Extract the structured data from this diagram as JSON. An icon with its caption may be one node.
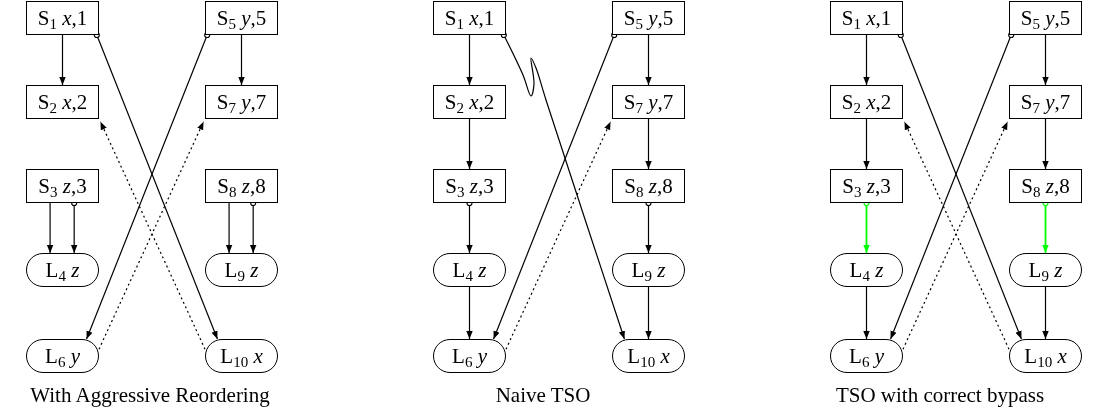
{
  "diagram": {
    "nodes": [
      {
        "text": [
          "S$_{1}$ *x*,1"
        ]
      },
      {
        "text": [
          "S$_{5}$ *y*,5"
        ]
      },
      {
        "text": [
          "S$_{2}$ *x*,2"
        ]
      },
      {
        "text": [
          "S$_{7}$ *y*,7"
        ]
      },
      {
        "text": [
          "S$_{3}$ *z*,3"
        ]
      },
      {
        "text": [
          "S$_{8}$ *z*,8"
        ]
      },
      {
        "text": [
          "L$_{4}$ *z*"
        ]
      },
      {
        "text": [
          "L$_{9}$ *z*"
        ]
      },
      {
        "text": [
          "L$_{6}$ *y*"
        ]
      },
      {
        "text": [
          "L$_{10}$ *x*"
        ]
      },
      {
        "text": [
          "S$_{1}$ *x*,1"
        ]
      },
      {
        "text": [
          "S$_{5}$ *y*,5"
        ]
      },
      {
        "text": [
          "S$_{2}$ *x*,2"
        ]
      },
      {
        "text": [
          "S$_{7}$ *y*,7"
        ]
      },
      {
        "text": [
          "S$_{3}$ *z*,3"
        ]
      },
      {
        "text": [
          "S$_{8}$ *z*,8"
        ]
      },
      {
        "text": [
          "L$_{4}$ *z*"
        ]
      },
      {
        "text": [
          "L$_{9}$ *z*"
        ]
      },
      {
        "text": [
          "L$_{6}$ *y*"
        ]
      },
      {
        "text": [
          "L$_{10}$ *x*"
        ]
      },
      {
        "text": [
          "S$_{1}$ *x*,1"
        ]
      },
      {
        "text": [
          "S$_{5}$ *y*,5"
        ]
      },
      {
        "text": [
          "S$_{2}$ *x*,2"
        ]
      },
      {
        "text": [
          "S$_{7}$ *y*,7"
        ]
      },
      {
        "text": [
          "S$_{3}$ *z*,3"
        ]
      },
      {
        "text": [
          "S$_{8}$ *z*,8"
        ]
      },
      {
        "text": [
          "L$_{4}$ *z*"
        ]
      },
      {
        "text": [
          "L$_{9}$ *z*"
        ]
      },
      {
        "text": [
          "L$_{6}$ *y*"
        ]
      },
      {
        "text": [
          "L$_{10}$ *x*"
        ]
      }
    ],
    "edges": [
      {
        "from": 0,
        "to": 2,
        "arrow": "to"
      },
      {
        "from": 1,
        "to": 3,
        "arrow": "to"
      },
      {
        "from": 4,
        "to": 6,
        "arrow": "to"
      },
      {
        "from": 4,
        "to": 6,
        "arrow": "to"
      },
      {
        "from": 5,
        "to": 7,
        "arrow": "to"
      },
      {
        "from": 5,
        "to": 7,
        "arrow": "to"
      },
      {
        "from": 0,
        "to": 9,
        "arrow": "to"
      },
      {
        "from": 1,
        "to": 8,
        "arrow": "to"
      },
      {
        "from": 9,
        "to": 2,
        "arrow": "to",
        "style": "dashed"
      },
      {
        "from": 8,
        "to": 3,
        "arrow": "to",
        "style": "dashed"
      },
      {
        "from": 10,
        "to": 12,
        "arrow": "to"
      },
      {
        "from": 12,
        "to": 14,
        "arrow": "to"
      },
      {
        "from": 14,
        "to": 16,
        "arrow": "to"
      },
      {
        "from": 16,
        "to": 18,
        "arrow": "to"
      },
      {
        "from": 11,
        "to": 13,
        "arrow": "to"
      },
      {
        "from": 13,
        "to": 15,
        "arrow": "to"
      },
      {
        "from": 15,
        "to": 17,
        "arrow": "to"
      },
      {
        "from": 17,
        "to": 19,
        "arrow": "to"
      },
      {
        "from": 10,
        "to": 19,
        "arrow": "to"
      },
      {
        "from": 11,
        "to": 18,
        "arrow": "to"
      },
      {
        "from": 18,
        "to": 13,
        "arrow": "to",
        "style": "dashed"
      },
      {
        "from": 20,
        "to": 22,
        "arrow": "to"
      },
      {
        "from": 22,
        "to": 24,
        "arrow": "to"
      },
      {
        "from": 24,
        "to": 26,
        "arrow": "to",
        "color": "#00ff00"
      },
      {
        "from": 26,
        "to": 28,
        "arrow": "to"
      },
      {
        "from": 21,
        "to": 23,
        "arrow": "to"
      },
      {
        "from": 23,
        "to": 25,
        "arrow": "to"
      },
      {
        "from": 25,
        "to": 27,
        "arrow": "to",
        "color": "#00ff00"
      },
      {
        "from": 27,
        "to": 29,
        "arrow": "to"
      },
      {
        "from": 20,
        "to": 29,
        "arrow": "to"
      },
      {
        "from": 21,
        "to": 28,
        "arrow": "to"
      },
      {
        "from": 29,
        "to": 22,
        "arrow": "to",
        "style": "dashed"
      },
      {
        "from": 28,
        "to": 23,
        "arrow": "to",
        "style": "dashed"
      }
    ],
    "labels": [
      "With Aggressive Reordering",
      "Naive TSO",
      "TSO with correct bypass"
    ]
  }
}
